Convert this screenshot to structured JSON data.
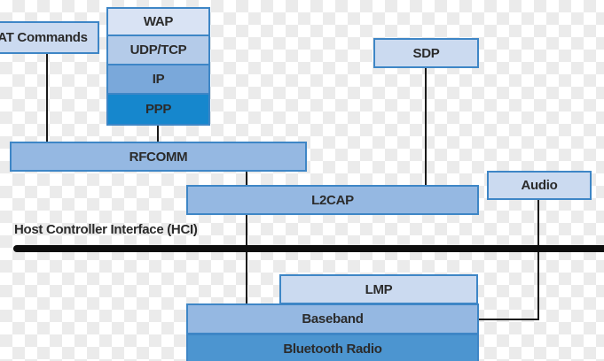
{
  "nodes": {
    "at_commands": {
      "label": "AT Commands"
    },
    "wap": {
      "label": "WAP"
    },
    "udp_tcp": {
      "label": "UDP/TCP"
    },
    "ip": {
      "label": "IP"
    },
    "ppp": {
      "label": "PPP"
    },
    "sdp": {
      "label": "SDP"
    },
    "rfcomm": {
      "label": "RFCOMM"
    },
    "l2cap": {
      "label": "L2CAP"
    },
    "audio": {
      "label": "Audio"
    },
    "lmp": {
      "label": "LMP"
    },
    "baseband": {
      "label": "Baseband"
    },
    "bluetooth_radio": {
      "label": "Bluetooth Radio"
    }
  },
  "hci": {
    "label": "Host Controller Interface (HCI)"
  },
  "edges": [
    {
      "from": "AT Commands",
      "to": "RFCOMM"
    },
    {
      "from": "PPP",
      "to": "RFCOMM"
    },
    {
      "from": "RFCOMM",
      "to": "L2CAP"
    },
    {
      "from": "SDP",
      "to": "L2CAP"
    },
    {
      "from": "L2CAP",
      "to": "Baseband"
    },
    {
      "from": "Audio",
      "to": "Baseband"
    }
  ],
  "colors": {
    "light_fill": "#cbdaf0",
    "wap_fill": "#d9e3f4",
    "udp_tcp_fill": "#b4cbe9",
    "ip_fill": "#7aa8da",
    "ppp_fill": "#1687cd",
    "medium_fill": "#95b8e2",
    "bluetooth_radio_fill": "#4c95d0",
    "box_border": "#3e86c6",
    "connector_line": "#1a1a1a",
    "hci_bus": "#0d0d0d",
    "text": "#2b2b2b",
    "checker": "#ebebeb"
  }
}
